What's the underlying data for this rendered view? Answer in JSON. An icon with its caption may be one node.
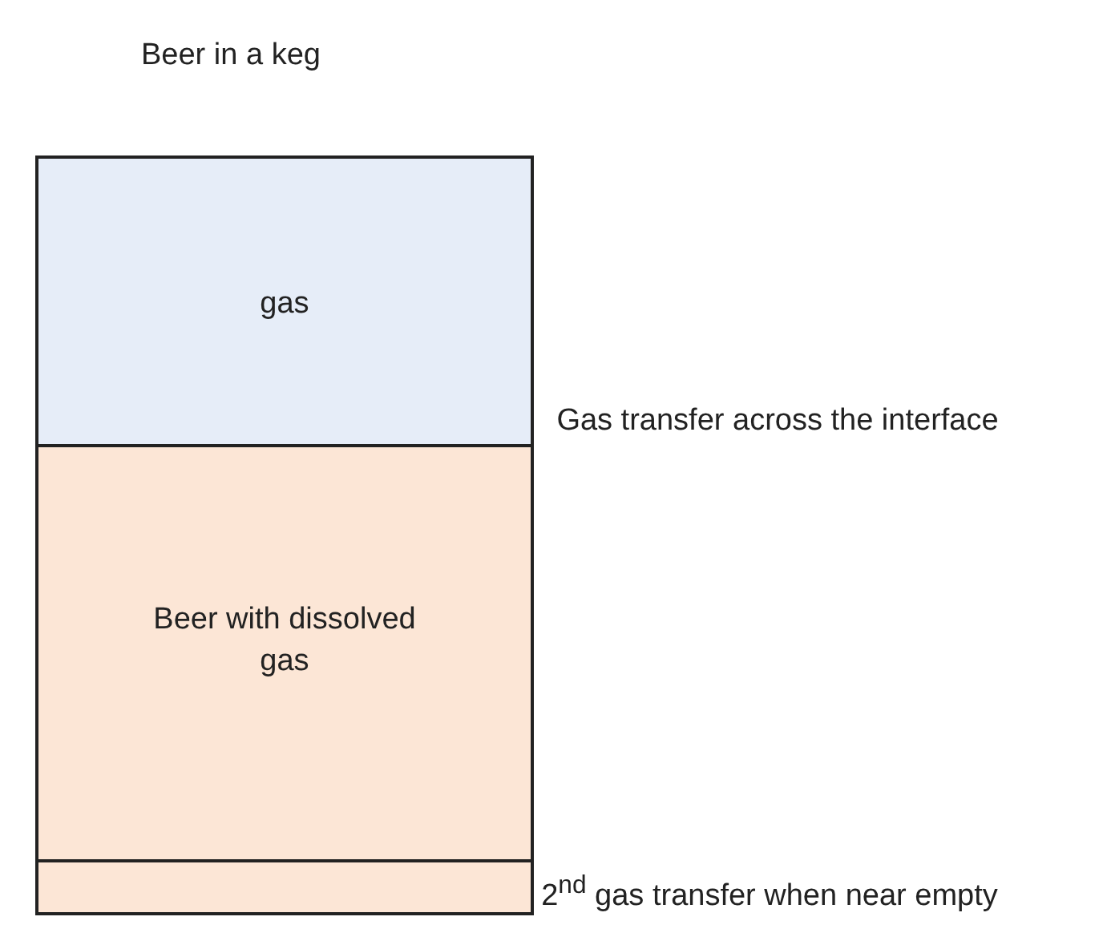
{
  "diagram": {
    "title": "Beer in a keg",
    "nodes": [
      {
        "text": [
          "gas"
        ]
      },
      {
        "text": [
          "Beer with dissolved gas"
        ]
      },
      {
        "text": [],
        "shape": "box"
      }
    ],
    "labels": [
      "Gas transfer across the interface",
      "2$^{nd}$ gas transfer when near empty"
    ]
  }
}
